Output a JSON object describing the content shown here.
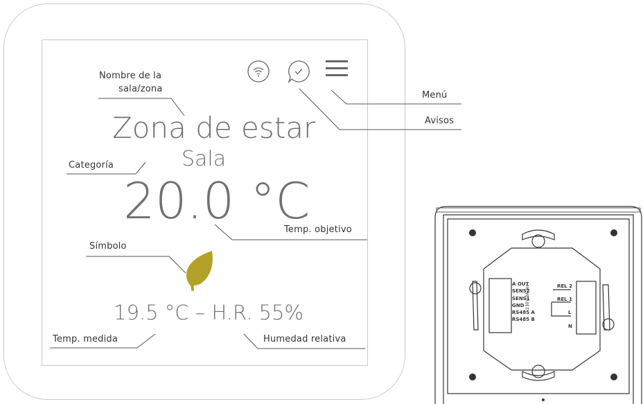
{
  "screen": {
    "zone_name": "Zona de estar",
    "category": "Sala",
    "target_temperature": "20.0 °C",
    "measured": "19.5 °C – H.R. 55%"
  },
  "annotations": {
    "zone_name_line1": "Nombre de la",
    "zone_name_line2": "sala/zona",
    "category": "Categoría",
    "target_temp": "Temp. objetivo",
    "symbol": "Símbolo",
    "measured_temp": "Temp. medida",
    "humidity": "Humedad relativa",
    "menu": "Menú",
    "alerts": "Avisos"
  },
  "icons": {
    "wifi": "wifi-icon",
    "alerts": "chat-check-icon",
    "menu": "hamburger-menu-icon",
    "symbol": "leaf-icon"
  },
  "colors": {
    "leaf": "#b3a128",
    "text": "#707070",
    "lines": "#555555",
    "outline": "#c9c9c9"
  },
  "back_plate": {
    "left_terminals": [
      "A OUT",
      "SENS2",
      "SENS1",
      "GND",
      "RS485 A",
      "RS485 B"
    ],
    "right_terminals": [
      "REL 2",
      "REL 1",
      "L",
      "N"
    ],
    "rating": "230V/3A res"
  }
}
